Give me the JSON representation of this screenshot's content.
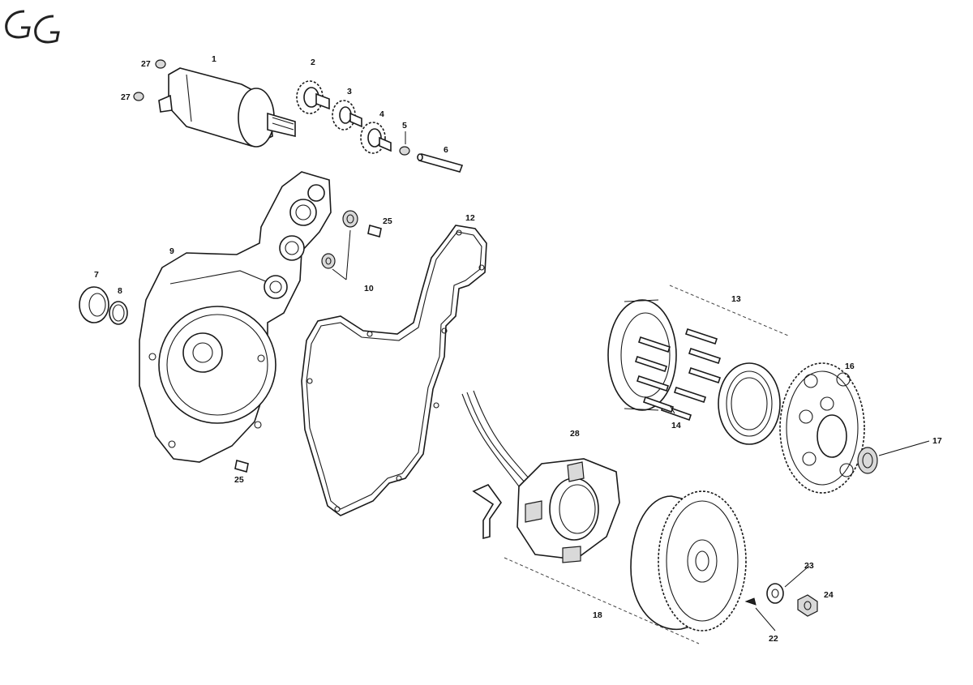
{
  "diagram": {
    "logo_text": "GG",
    "callouts": [
      {
        "id": "c1",
        "text": "1"
      },
      {
        "id": "c2",
        "text": "2"
      },
      {
        "id": "c3",
        "text": "3"
      },
      {
        "id": "c4",
        "text": "4"
      },
      {
        "id": "c5",
        "text": "5"
      },
      {
        "id": "c6",
        "text": "6"
      },
      {
        "id": "c7",
        "text": "7"
      },
      {
        "id": "c8",
        "text": "8"
      },
      {
        "id": "c9",
        "text": "9"
      },
      {
        "id": "c10",
        "text": "10"
      },
      {
        "id": "c12",
        "text": "12"
      },
      {
        "id": "c13",
        "text": "13"
      },
      {
        "id": "c14",
        "text": "14"
      },
      {
        "id": "c16",
        "text": "16"
      },
      {
        "id": "c17",
        "text": "17"
      },
      {
        "id": "c18",
        "text": "18"
      },
      {
        "id": "c22",
        "text": "22"
      },
      {
        "id": "c23",
        "text": "23"
      },
      {
        "id": "c24",
        "text": "24"
      },
      {
        "id": "c25a",
        "text": "25"
      },
      {
        "id": "c25b",
        "text": "25"
      },
      {
        "id": "c27a",
        "text": "27"
      },
      {
        "id": "c27b",
        "text": "27"
      },
      {
        "id": "c28",
        "text": "28"
      }
    ]
  }
}
